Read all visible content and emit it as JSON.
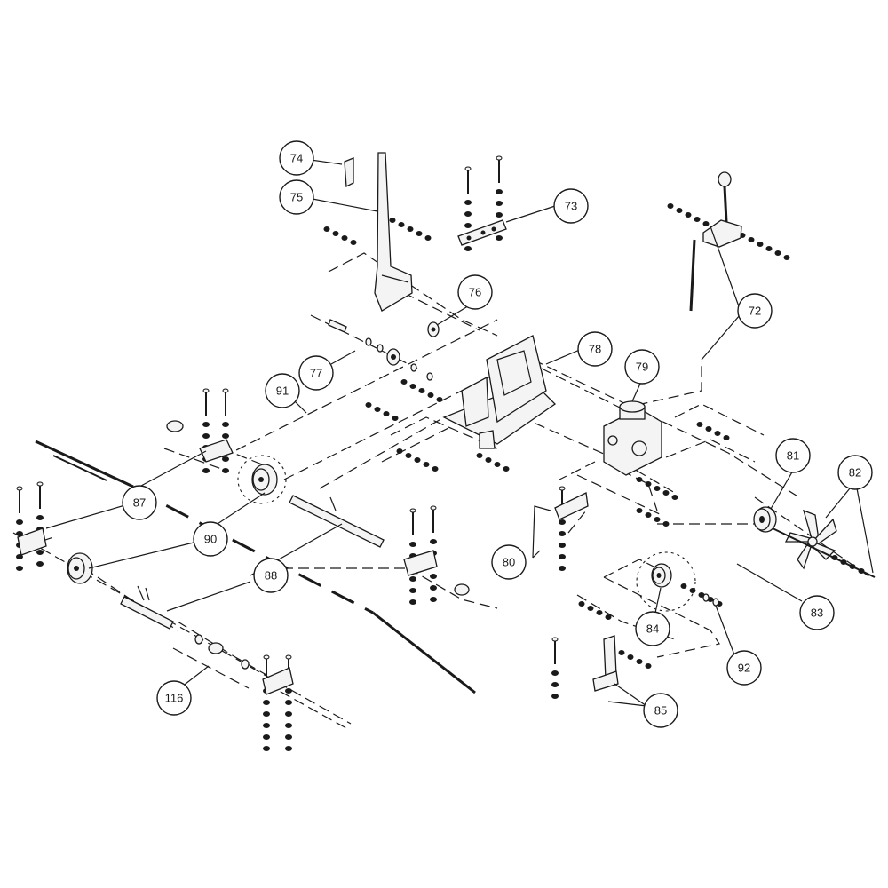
{
  "callouts": [
    {
      "id": "c72",
      "label": "72"
    },
    {
      "id": "c73",
      "label": "73"
    },
    {
      "id": "c74",
      "label": "74"
    },
    {
      "id": "c75",
      "label": "75"
    },
    {
      "id": "c76",
      "label": "76"
    },
    {
      "id": "c77",
      "label": "77"
    },
    {
      "id": "c78",
      "label": "78"
    },
    {
      "id": "c79",
      "label": "79"
    },
    {
      "id": "c80",
      "label": "80"
    },
    {
      "id": "c81",
      "label": "81"
    },
    {
      "id": "c82",
      "label": "82"
    },
    {
      "id": "c83",
      "label": "83"
    },
    {
      "id": "c84",
      "label": "84"
    },
    {
      "id": "c85",
      "label": "85"
    },
    {
      "id": "c87",
      "label": "87"
    },
    {
      "id": "c88",
      "label": "88"
    },
    {
      "id": "c90",
      "label": "90"
    },
    {
      "id": "c91",
      "label": "91"
    },
    {
      "id": "c92",
      "label": "92"
    },
    {
      "id": "c116",
      "label": "116"
    }
  ]
}
